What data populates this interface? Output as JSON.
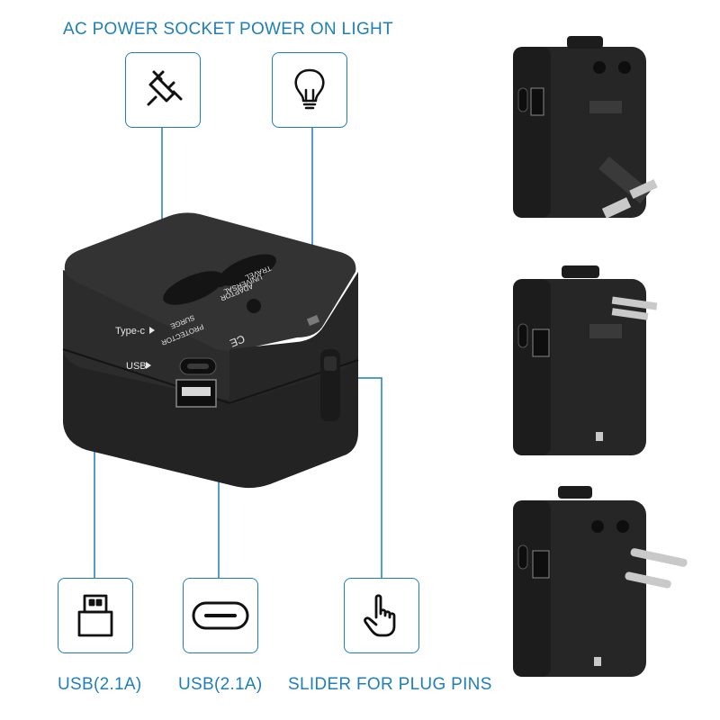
{
  "labels": {
    "ac_socket": "AC POWER SOCKET",
    "power_light": "POWER ON LIGHT",
    "usb_a": "USB(2.1A)",
    "usb_c": "USB(2.1A)",
    "slider": "SLIDER FOR PLUG PINS"
  },
  "device_text": {
    "type_c": "Type-c",
    "usb": "USB",
    "travel": "TRAVEL",
    "universal": "UNIVERSAL",
    "adaptor": "ADAPTOR",
    "surge": "SURGE",
    "protector": "PROTECTOR",
    "ce": "CE"
  },
  "icons": {
    "ac_socket": "plug-icon",
    "power_light": "light-bulb-icon",
    "usb_a": "usb-a-port-icon",
    "usb_c": "usb-c-port-icon",
    "slider": "hand-pointer-icon"
  },
  "colors": {
    "accent": "#1f7fb8",
    "device": "#2a2a2a",
    "background": "#ffffff"
  }
}
